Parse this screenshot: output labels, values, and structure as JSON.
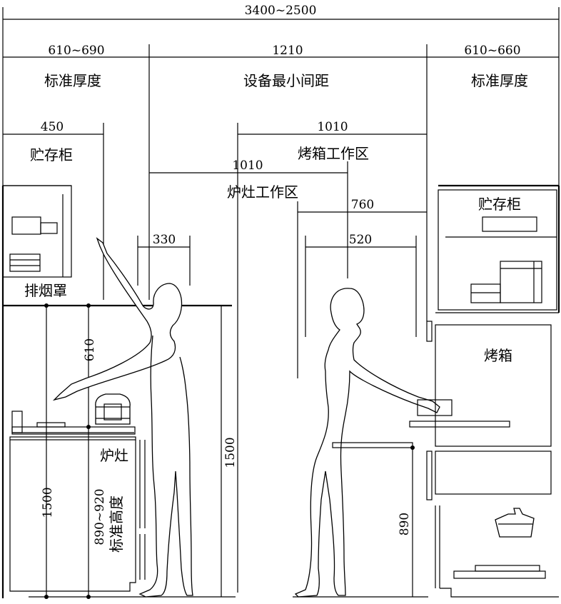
{
  "dimensions": {
    "total_width": "3400~2500",
    "left_depth": "610~690",
    "clearance": "1210",
    "right_depth": "610~660",
    "storage_left": "450",
    "oven_zone": "1010",
    "stove_zone": "1010",
    "reach_760": "760",
    "reach_520": "520",
    "reach_330": "330",
    "hood_610": "610",
    "height_1500_left": "1500",
    "height_1500_mid": "1500",
    "counter_height": "890~920",
    "counter_890": "890"
  },
  "labels": {
    "left_standard_depth": "标准厚度",
    "min_clearance": "设备最小间距",
    "right_standard_depth": "标准厚度",
    "storage_cabinet_left": "贮存柜",
    "oven_work_area": "烤箱工作区",
    "stove_work_area": "炉灶工作区",
    "range_hood": "排烟罩",
    "storage_cabinet_right": "贮存柜",
    "oven": "烤箱",
    "stove": "炉灶",
    "standard_height": "标准高度"
  }
}
